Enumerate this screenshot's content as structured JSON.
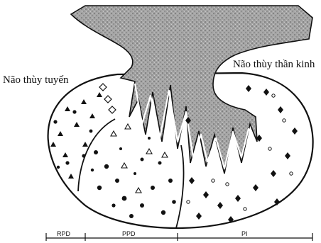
{
  "labels": {
    "left": "Não thùy tuyến",
    "right": "Não thùy thần kinh"
  },
  "scale": {
    "segments": [
      "RPD",
      "PPD",
      "PI"
    ]
  },
  "colors": {
    "ink": "#111111",
    "stalk_gray": "#9a9a9a",
    "background": "#ffffff"
  }
}
